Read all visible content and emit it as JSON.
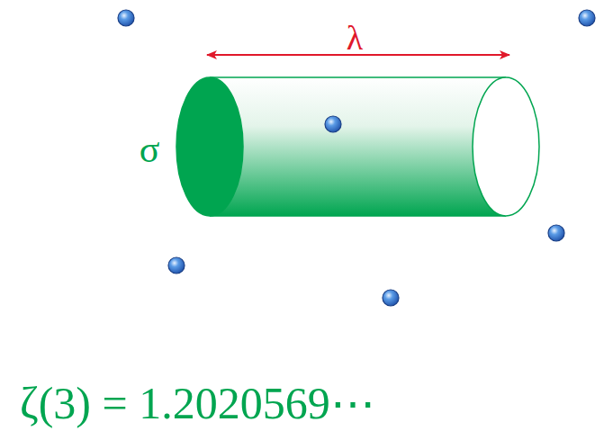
{
  "diagram": {
    "labels": [
      "λ",
      "σ",
      "ζ(3) = 1.2020569⋯"
    ]
  }
}
